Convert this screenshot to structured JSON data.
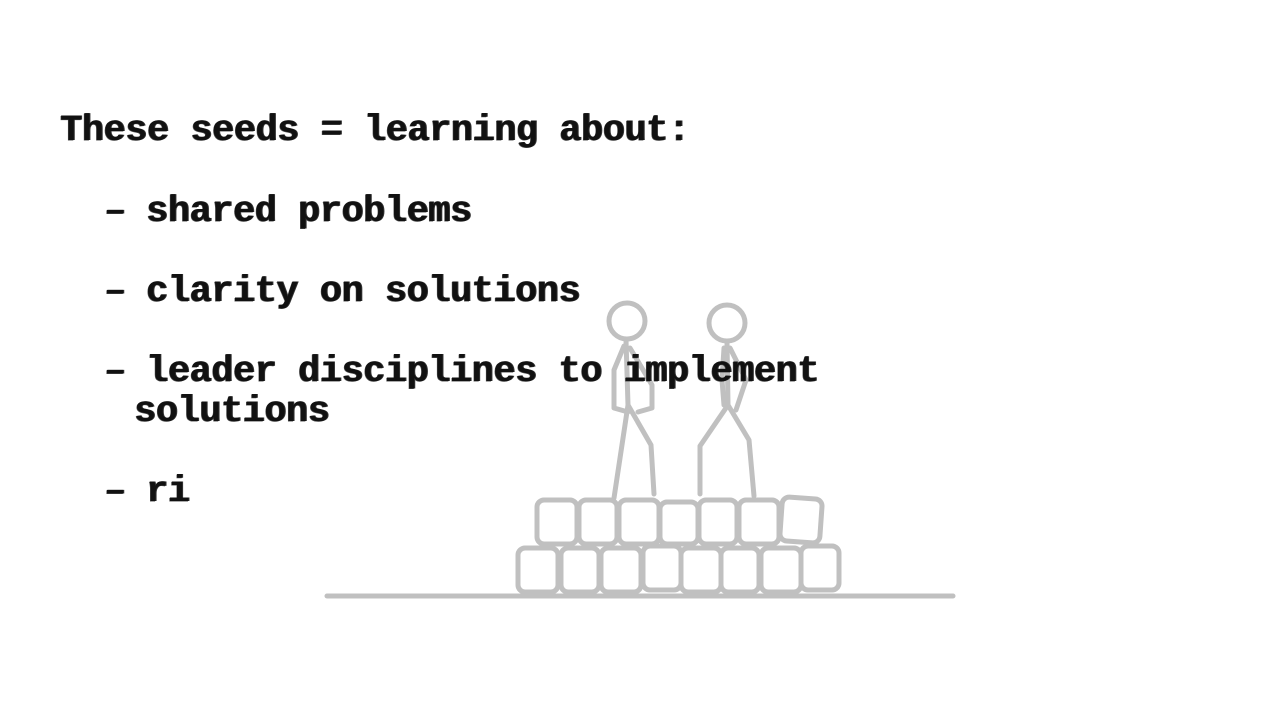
{
  "slide": {
    "heading": "These seeds = learning about:",
    "bullets": [
      {
        "dash": "–",
        "text": "shared problems"
      },
      {
        "dash": "–",
        "text": "clarity on solutions"
      },
      {
        "dash": "–",
        "text": "leader disciplines to implement",
        "continuation": "solutions"
      },
      {
        "dash": "–",
        "text": "ri"
      }
    ]
  },
  "illustration": {
    "subject": "two stick figures standing on a pyramid of blocks",
    "stroke_color": "#c0c0c0"
  }
}
